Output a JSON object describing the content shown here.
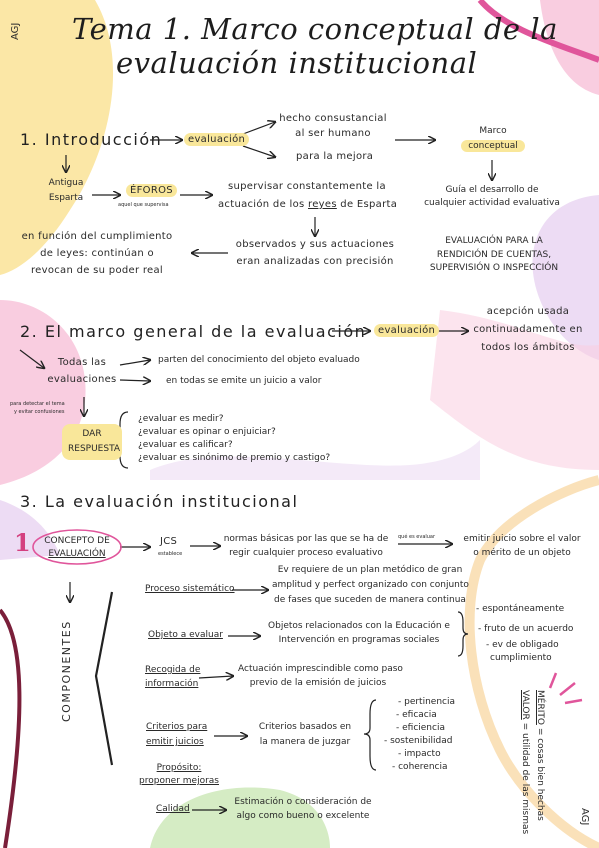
{
  "author_tag": "AGJ",
  "title": {
    "line1": "Tema 1. Marco conceptual de la",
    "line2": "evaluación institucional"
  },
  "sec1": {
    "heading": "1. Introducción",
    "evaluacion": "evaluación",
    "hecho_1": "hecho consustancial",
    "hecho_2": "al ser humano",
    "mejora": "para la mejora",
    "marco_1": "Marco",
    "marco_2": "conceptual",
    "antigua_1": "Antigua",
    "antigua_2": "Esparta",
    "eforos": "ÉFOROS",
    "eforos_sub": "aquel que supervisa",
    "supervisar_1": "supervisar constantemente la",
    "supervisar_2_pre": "actuación de los ",
    "supervisar_2_u": "reyes",
    "supervisar_2_post": " de Esparta",
    "guia_1": "Guía el desarrollo de",
    "guia_2": "cualquier actividad evaluativa",
    "funcion_1": "en función del cumplimiento",
    "funcion_2": "de leyes: continúan o",
    "funcion_3": "revocan de su poder real",
    "observados_1": "observados y sus actuaciones",
    "observados_2": "eran analizadas con precisión",
    "eval_para_1": "EVALUACIÓN PARA LA",
    "eval_para_2": "RENDICIÓN DE CUENTAS,",
    "eval_para_3": "SUPERVISIÓN O INSPECCIÓN"
  },
  "sec2": {
    "heading": "2. El marco general de la evaluación",
    "evaluacion": "evaluación",
    "acepcion_1": "acepción usada",
    "acepcion_2": "continuadamente en",
    "acepcion_3": "todos los ámbitos",
    "todas_1": "Todas las",
    "todas_2": "evaluaciones",
    "parten": "parten del conocimiento del objeto evaluado",
    "emite": "en todas se emite un juicio a valor",
    "para_1": "para detectar el tema",
    "para_2": "y evitar confusiones",
    "dar_1": "DAR",
    "dar_2": "RESPUESTA",
    "q1": "¿evaluar es medir?",
    "q2": "¿evaluar es opinar o enjuiciar?",
    "q3": "¿evaluar es calificar?",
    "q4": "¿evaluar es sinónimo de premio y castigo?"
  },
  "sec3": {
    "heading": "3. La evaluación institucional",
    "num": "1",
    "concepto_1": "CONCEPTO DE",
    "concepto_2": "EVALUACIÓN",
    "jcs": "JCS",
    "establece": "establece",
    "normas_1": "normas básicas por las que se ha de",
    "normas_2": "regir cualquier proceso evaluativo",
    "que_es": "qué es evaluar",
    "emitir_1": "emitir juicio sobre el valor",
    "emitir_2": "o mérito de un objeto",
    "componentes": "COMPONENTES",
    "proceso": "Proceso sistemático",
    "proceso_d1": "Ev requiere de un plan metódico de gran",
    "proceso_d2": "amplitud y perfect organizado con conjunto",
    "proceso_d3": "de fases que suceden de manera continua",
    "objeto": "Objeto a evaluar",
    "objeto_d1": "Objetos relacionados con la Educación e",
    "objeto_d2": "Intervención en programas sociales",
    "esp": "- espontáneamente",
    "fruto": "- fruto de un acuerdo",
    "obligado_1": "- ev de obligado",
    "obligado_2": "cumplimiento",
    "recogida_1": "Recogida de",
    "recogida_2": "información",
    "recogida_d1": "Actuación imprescindible como paso",
    "recogida_d2": "previo de la emisión de juicios",
    "criterios_1": "Criterios para",
    "criterios_2": "emitir juicios",
    "criterios_d1": "Criterios basados en",
    "criterios_d2": "la manera de juzgar",
    "crit_list": [
      "- pertinencia",
      "- eficacia",
      "- eficiencia",
      "- sostenibilidad",
      "- impacto",
      "- coherencia"
    ],
    "proposito_1": "Propósito:",
    "proposito_2": "proponer mejoras",
    "calidad": "Calidad",
    "calidad_d1": "Estimación o consideración de",
    "calidad_d2": "algo como bueno o excelente",
    "merito_u": "MÉRITO",
    "merito_rest": " = cosas bien hechas",
    "valor_u": "VALOR",
    "valor_rest": " = utilidad de las mismas"
  },
  "colors": {
    "yellow_blob": "#fbe7a6",
    "pink_blob": "#f9cde0",
    "lilac_blob": "#eddcf4",
    "green_blob": "#d5ecc4",
    "magenta_line": "#e0559b",
    "orange_line": "#f8c68f",
    "maroon_line": "#7a1f3a",
    "highlight": "#f9e79a"
  }
}
